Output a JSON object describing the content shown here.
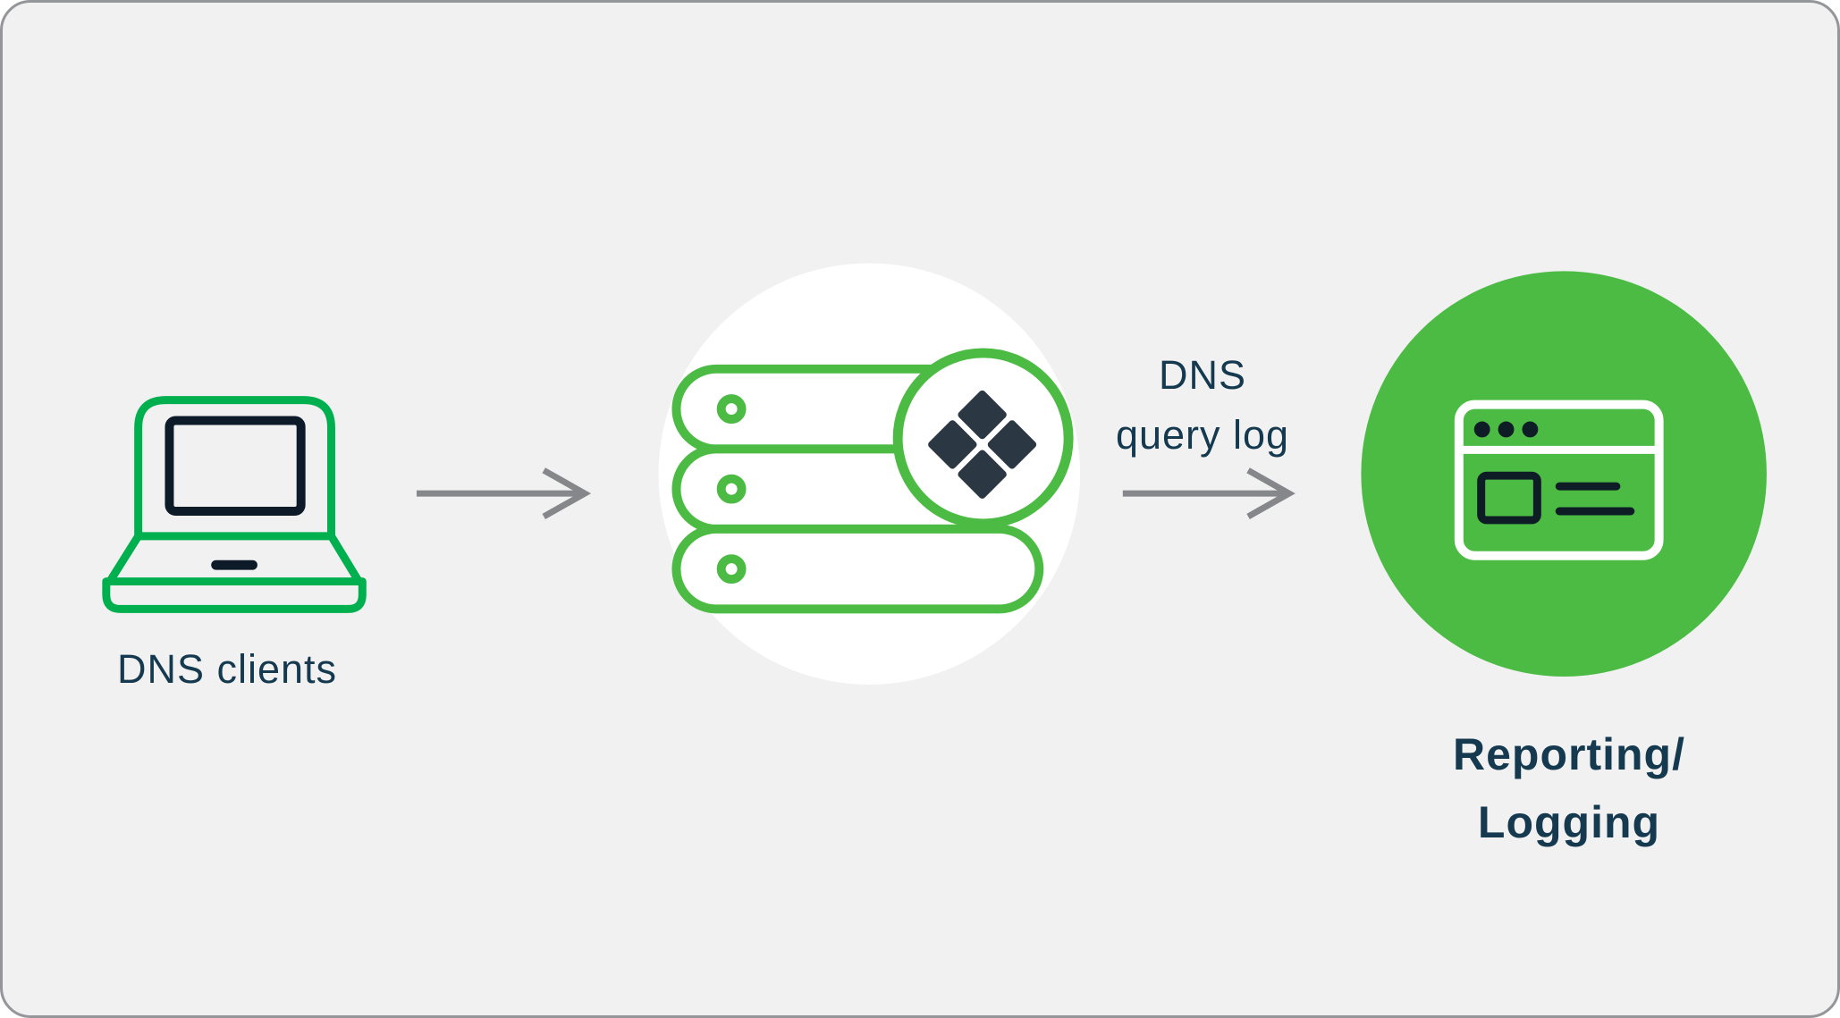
{
  "colors": {
    "page_bg": "#ffffff",
    "canvas_bg": "#f1f1f2",
    "canvas_border": "#94969a",
    "green_bright": "#00b04f",
    "green_medium": "#4cbb44",
    "navy_text": "#15394f",
    "dark_navy": "#0d1b28",
    "slate": "#2b3844",
    "icon_dark": "#0e1c26",
    "arrow_gray": "#85878a",
    "white": "#ffffff"
  },
  "diagram": {
    "nodes": {
      "dns_clients": {
        "label": "DNS clients",
        "icon": "laptop-icon"
      },
      "dns_servers": {
        "icon": "server-stack-icon",
        "badge_icon": "diamond-cluster-icon"
      },
      "reporting_logging": {
        "label_lines": [
          "Reporting/",
          "Logging"
        ],
        "icon": "browser-window-icon"
      }
    },
    "arrows": [
      {
        "icon": "arrow-right-icon",
        "label_lines": []
      },
      {
        "icon": "arrow-right-icon",
        "label_lines": [
          "DNS",
          "query log"
        ]
      }
    ]
  }
}
